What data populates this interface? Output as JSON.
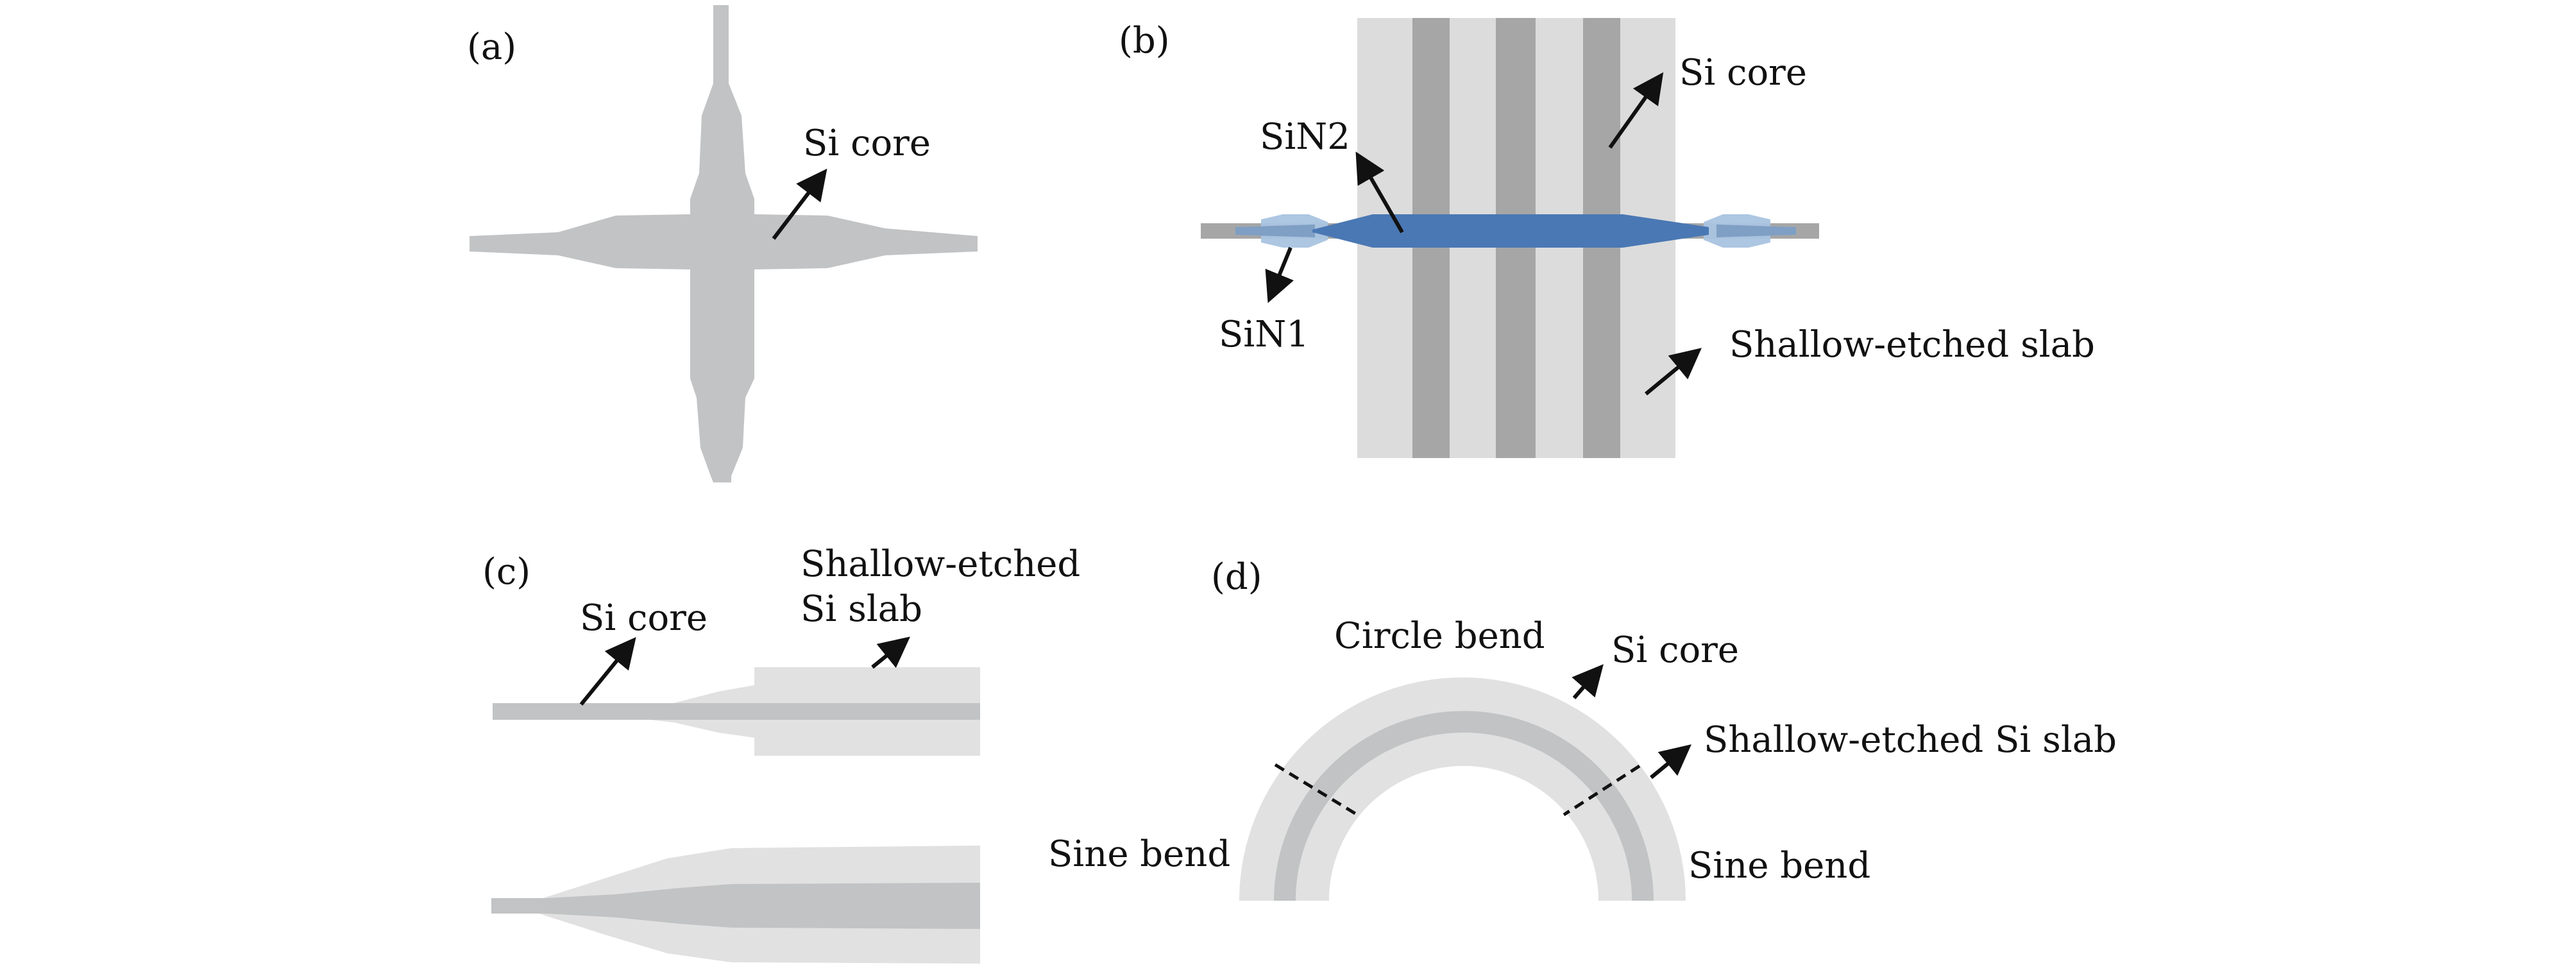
{
  "colors": {
    "si_core": "#c1c3c4",
    "slab_light": "#dcdcdc",
    "si_core_dark": "#a6a6a6",
    "sin2_blue": "#4a78b4",
    "sin1_light_blue": "#a9c3e0",
    "sin1_mid_blue": "#7f9fc4",
    "arrow": "#111111"
  },
  "panel_a": {
    "tag": "(a)",
    "si_core_label": "Si core"
  },
  "panel_b": {
    "tag": "(b)",
    "si_core_label": "Si core",
    "sin2_label": "SiN2",
    "sin1_label": "SiN1",
    "slab_label": "Shallow-etched slab"
  },
  "panel_c": {
    "tag": "(c)",
    "si_core_label": "Si core",
    "slab_label_line1": "Shallow-etched",
    "slab_label_line2": "Si slab"
  },
  "panel_d": {
    "tag": "(d)",
    "circle_bend_label": "Circle bend",
    "si_core_label": "Si core",
    "slab_label": "Shallow-etched Si slab",
    "sine_bend_left_label": "Sine bend",
    "sine_bend_right_label": "Sine bend"
  }
}
